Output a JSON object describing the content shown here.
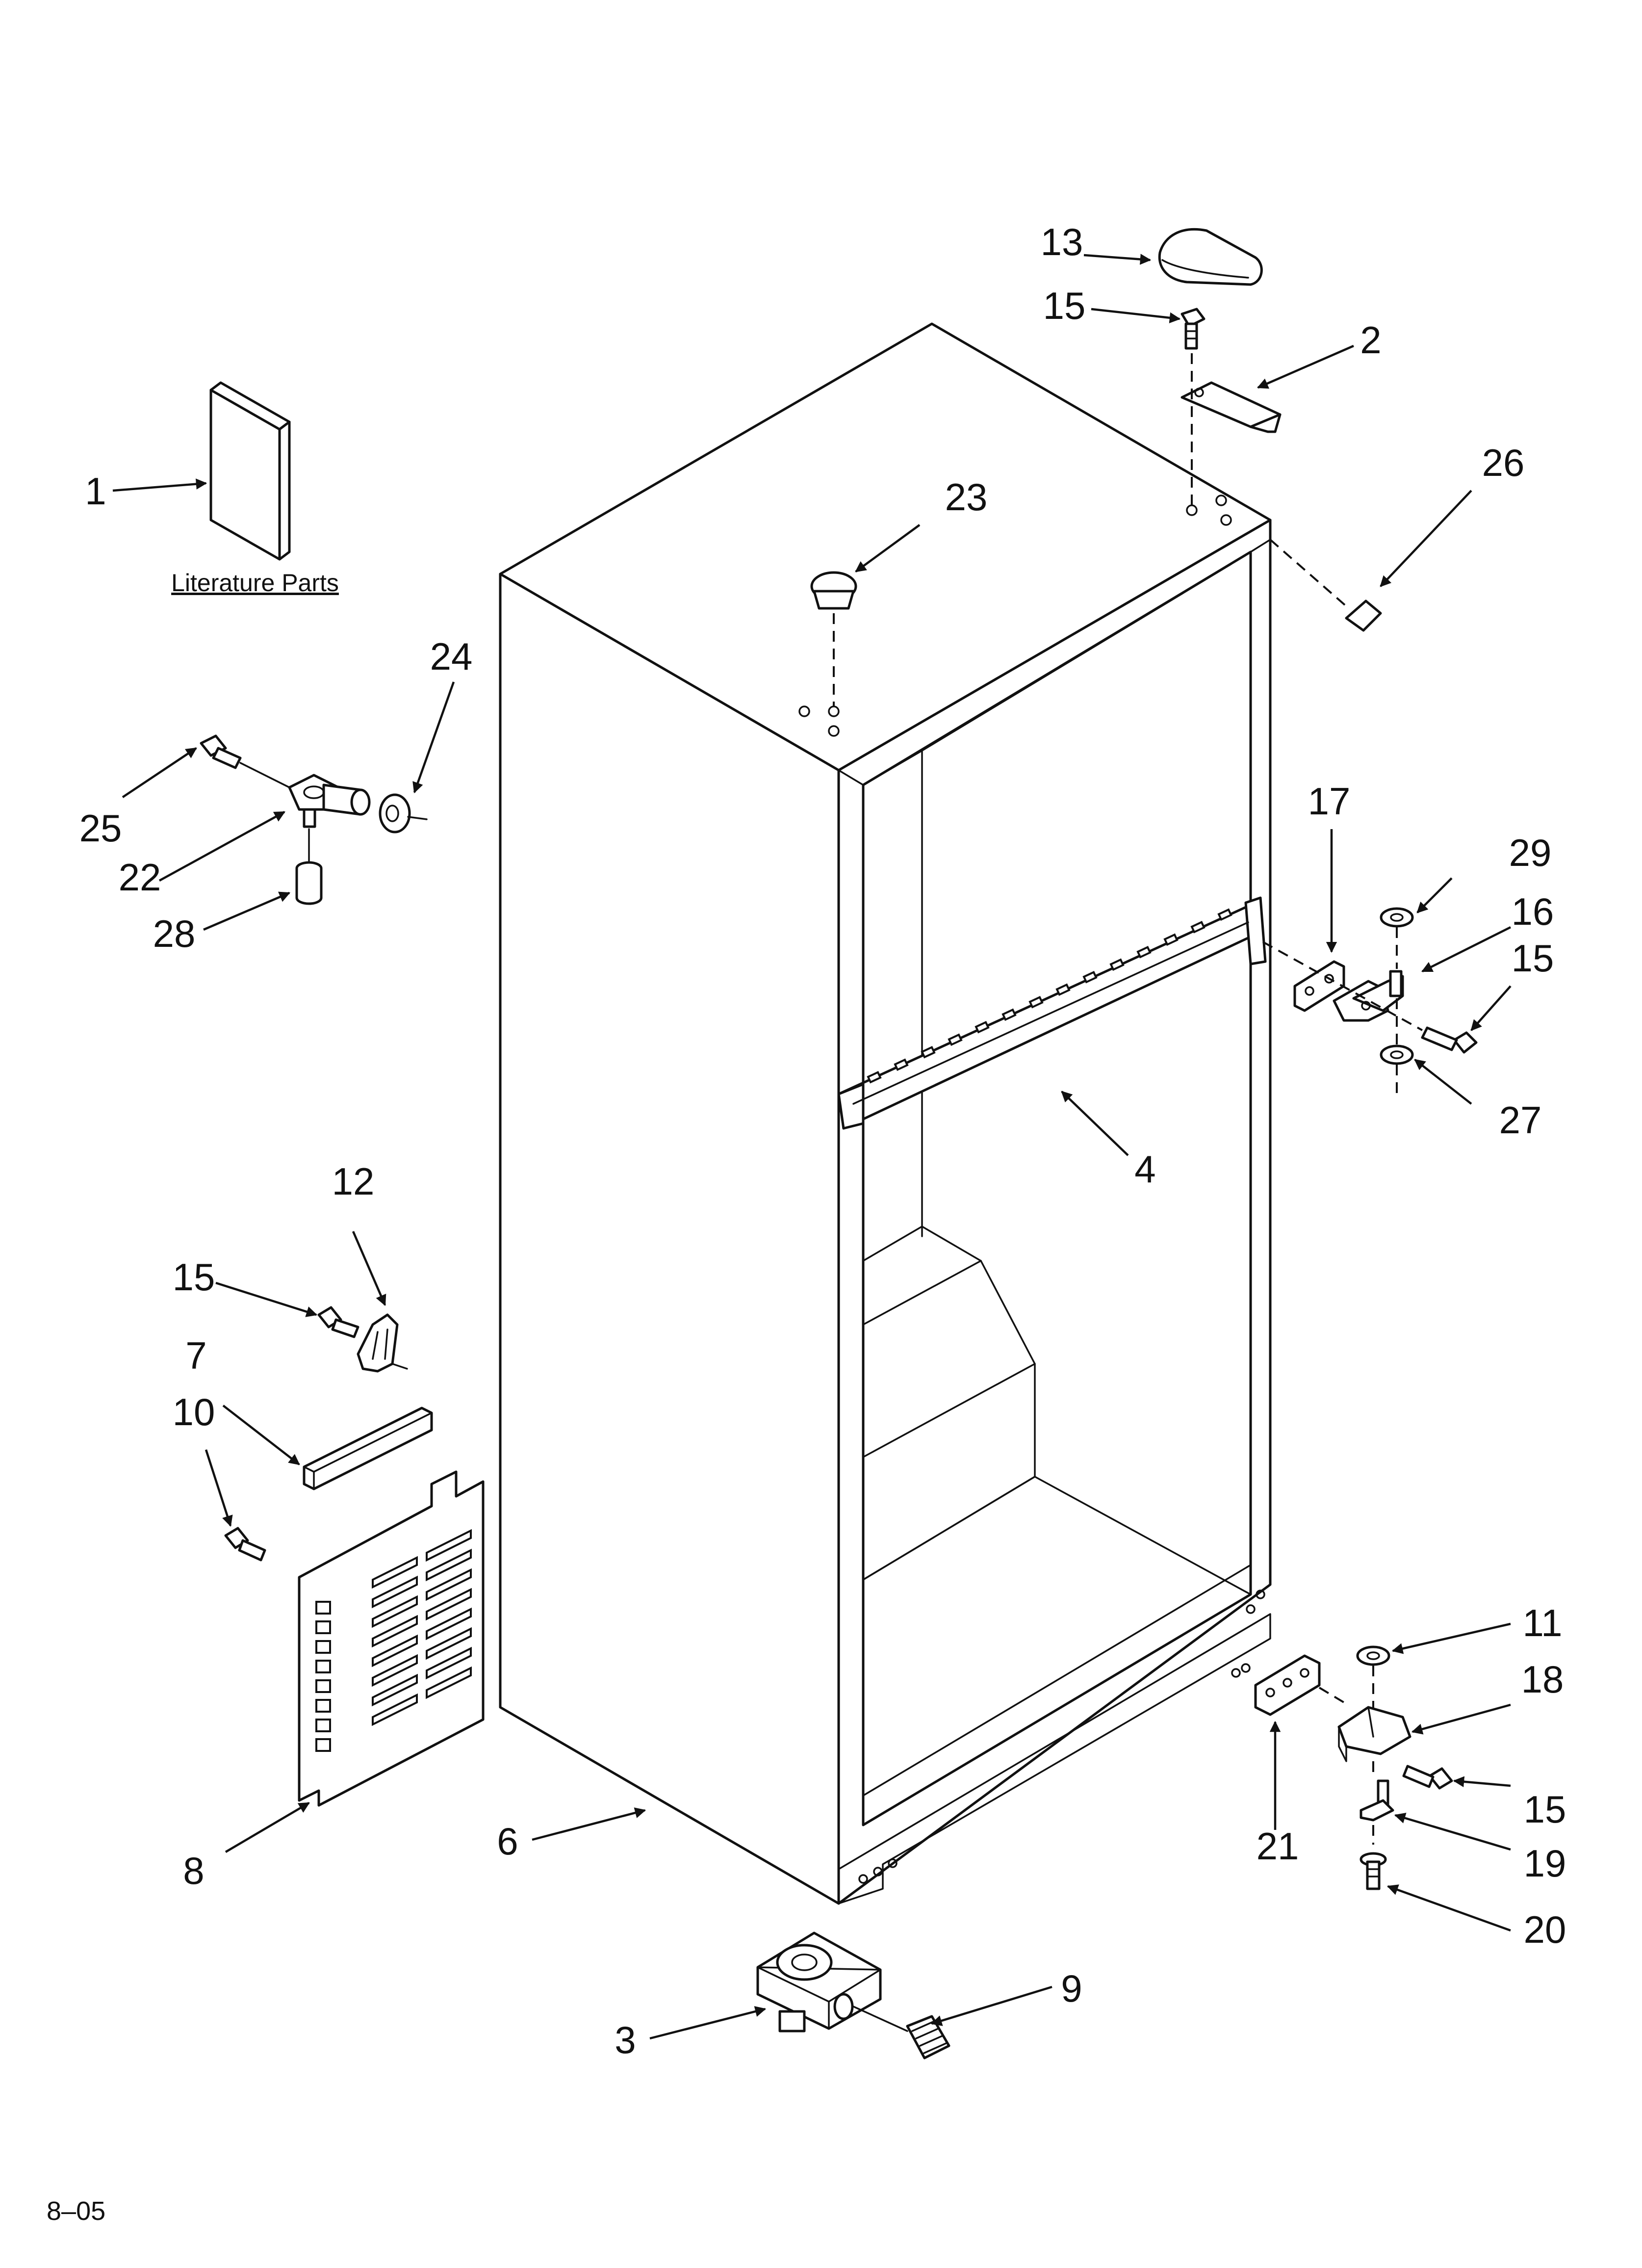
{
  "diagram": {
    "caption": "Literature Parts",
    "revision": "8–05",
    "callouts": {
      "c1": "1",
      "c2": "2",
      "c3": "3",
      "c4": "4",
      "c6": "6",
      "c7": "7",
      "c8": "8",
      "c9": "9",
      "c10": "10",
      "c11": "11",
      "c12": "12",
      "c13": "13",
      "c15_top": "15",
      "c15_left": "15",
      "c15_right_upper": "15",
      "c15_right_lower": "15",
      "c16": "16",
      "c17": "17",
      "c18": "18",
      "c19": "19",
      "c20": "20",
      "c21": "21",
      "c22": "22",
      "c23": "23",
      "c24": "24",
      "c25": "25",
      "c26": "26",
      "c27": "27",
      "c28": "28",
      "c29": "29"
    }
  }
}
